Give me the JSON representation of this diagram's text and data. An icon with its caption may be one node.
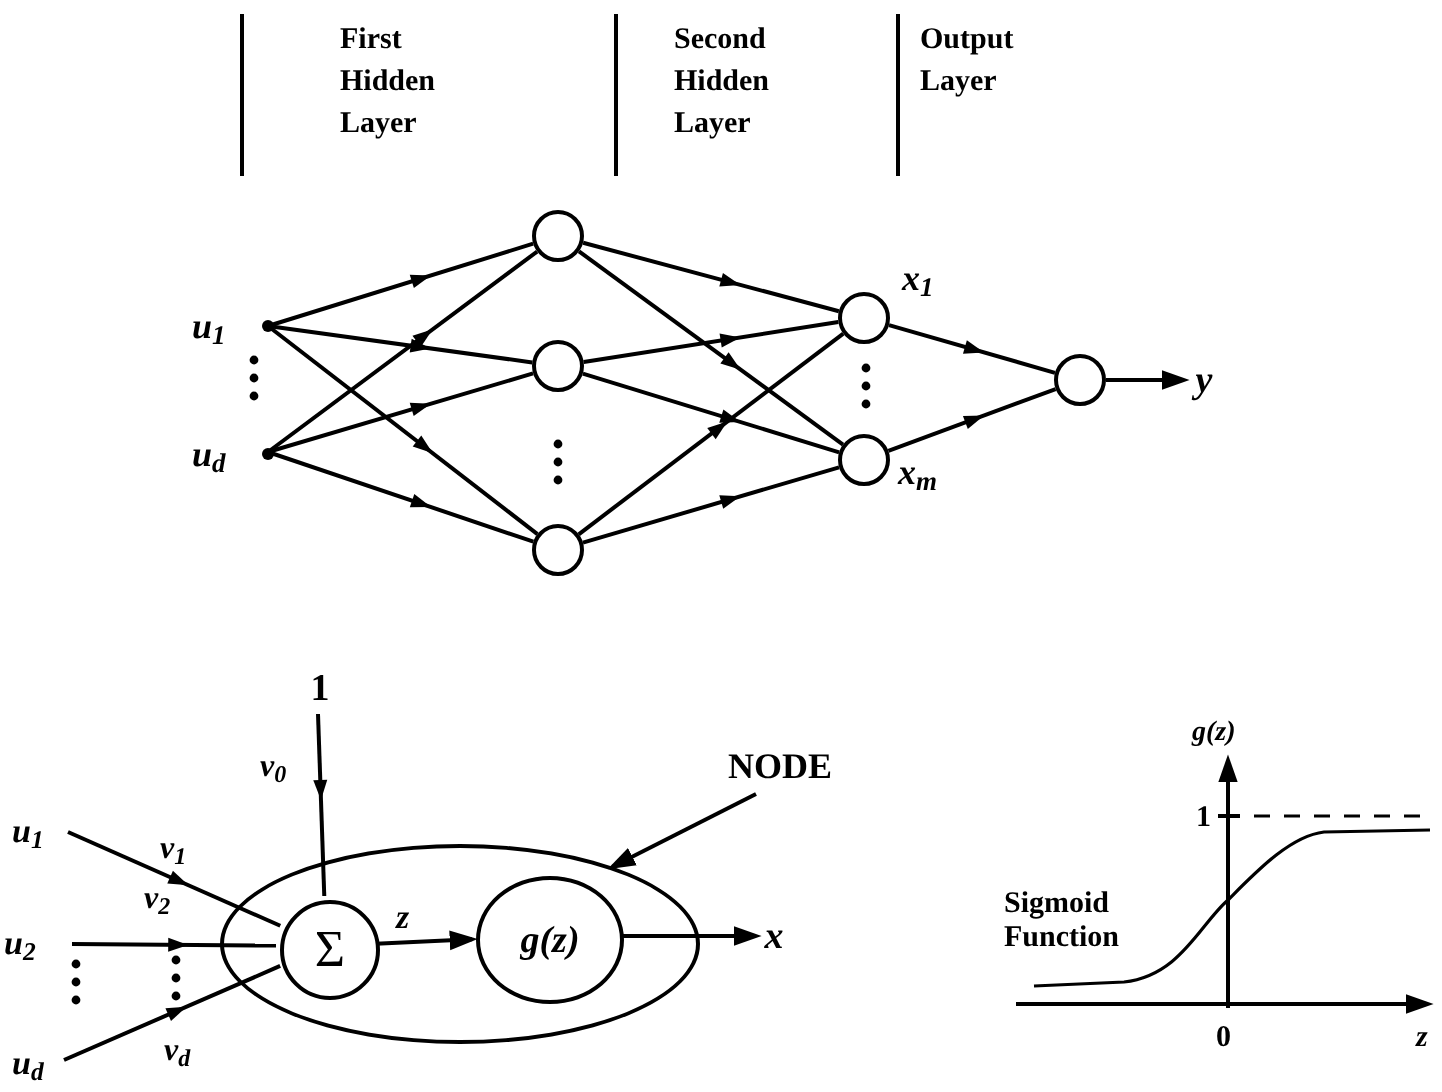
{
  "diagram": {
    "nodes": [
      {
        "text": [
          "u$_{1}$"
        ]
      },
      {
        "text": [
          "u$_{d}$"
        ]
      },
      {
        "text": [],
        "shape": "circle"
      },
      {
        "text": [],
        "shape": "circle"
      },
      {
        "text": [],
        "shape": "circle"
      },
      {
        "text": [],
        "shape": "circle",
        "beside": [
          "x$_{1}$"
        ]
      },
      {
        "text": [],
        "shape": "circle",
        "beside": [
          "x$_{m}$"
        ]
      },
      {
        "text": [],
        "shape": "circle"
      },
      {
        "text": [
          "y"
        ]
      },
      {
        "text": [
          "1"
        ]
      },
      {
        "text": [
          "NODE"
        ]
      },
      {
        "text": [],
        "shape": "ellipse"
      },
      {
        "text": [
          "Σ"
        ],
        "in": 11
      },
      {
        "text": [
          "g(z)"
        ],
        "in": 11
      },
      {
        "text": [
          "u$_{1}$"
        ]
      },
      {
        "text": [
          "u$_{2}$"
        ]
      },
      {
        "text": [
          "u$_{d}$"
        ]
      },
      {
        "text": [
          "x"
        ]
      }
    ],
    "edges": [
      {
        "from": 0,
        "to": 2,
        "arrow": "to"
      },
      {
        "from": 0,
        "to": 3,
        "arrow": "to"
      },
      {
        "from": 0,
        "to": 4,
        "arrow": "to"
      },
      {
        "from": 1,
        "to": 2,
        "arrow": "to"
      },
      {
        "from": 1,
        "to": 3,
        "arrow": "to"
      },
      {
        "from": 1,
        "to": 4,
        "arrow": "to"
      },
      {
        "from": 2,
        "to": 5,
        "arrow": "to"
      },
      {
        "from": 2,
        "to": 6,
        "arrow": "to"
      },
      {
        "from": 3,
        "to": 5,
        "arrow": "to"
      },
      {
        "from": 3,
        "to": 6,
        "arrow": "to"
      },
      {
        "from": 4,
        "to": 5,
        "arrow": "to"
      },
      {
        "from": 4,
        "to": 6,
        "arrow": "to"
      },
      {
        "from": 5,
        "to": 7,
        "arrow": "to"
      },
      {
        "from": 6,
        "to": 7,
        "arrow": "to"
      },
      {
        "from": 7,
        "to": 8,
        "arrow": "to"
      },
      {
        "from": 9,
        "to": 12,
        "arrow": "to",
        "label": "v$_{0}$"
      },
      {
        "from": 10,
        "to": 11,
        "arrow": "to"
      },
      {
        "from": 14,
        "to": 12,
        "arrow": "to",
        "label": "v$_{1}$"
      },
      {
        "from": 15,
        "to": 12,
        "arrow": "to",
        "label": "v$_{2}$"
      },
      {
        "from": 16,
        "to": 12,
        "arrow": "to",
        "label": "v$_{d}$"
      },
      {
        "from": 12,
        "to": 13,
        "arrow": "to",
        "label": "z"
      },
      {
        "from": 13,
        "to": 17,
        "arrow": "to"
      }
    ],
    "labels": [
      "First Hidden Layer",
      "Second Hidden Layer",
      "Output Layer",
      "g(z)",
      "1",
      "Sigmoid Function",
      "0",
      "z"
    ]
  }
}
